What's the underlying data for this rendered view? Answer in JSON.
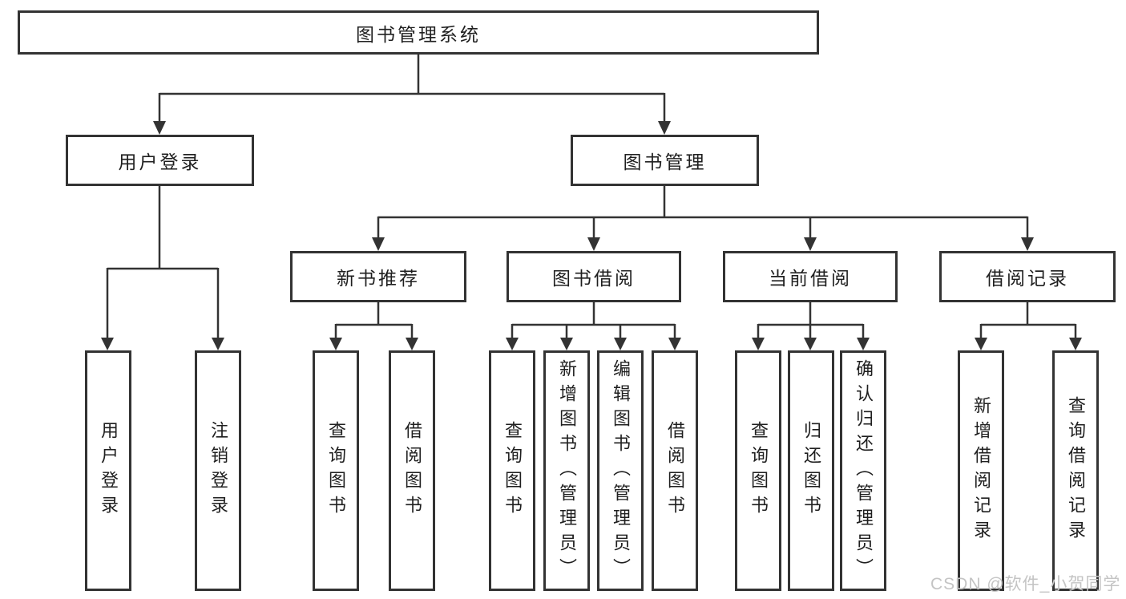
{
  "tree": {
    "root": "图书管理系统",
    "user_login": {
      "label": "用户登录",
      "leaves": [
        "用户登录",
        "注销登录"
      ]
    },
    "book_mgmt": {
      "label": "图书管理",
      "modules": [
        {
          "label": "新书推荐",
          "leaves": [
            "查询图书",
            "借阅图书"
          ]
        },
        {
          "label": "图书借阅",
          "leaves": [
            "查询图书",
            "新增图书（管理员）",
            "编辑图书（管理员）",
            "借阅图书"
          ]
        },
        {
          "label": "当前借阅",
          "leaves": [
            "查询图书",
            "归还图书",
            "确认归还（管理员）"
          ]
        },
        {
          "label": "借阅记录",
          "leaves": [
            "新增借阅记录",
            "查询借阅记录"
          ]
        }
      ]
    }
  },
  "watermark": "CSDN @软件_小贺同学",
  "colors": {
    "line": "#333333",
    "box_border": "#333333",
    "text": "#1f1f1f",
    "watermark_text": "#c4c4c4",
    "background": "#ffffff"
  }
}
